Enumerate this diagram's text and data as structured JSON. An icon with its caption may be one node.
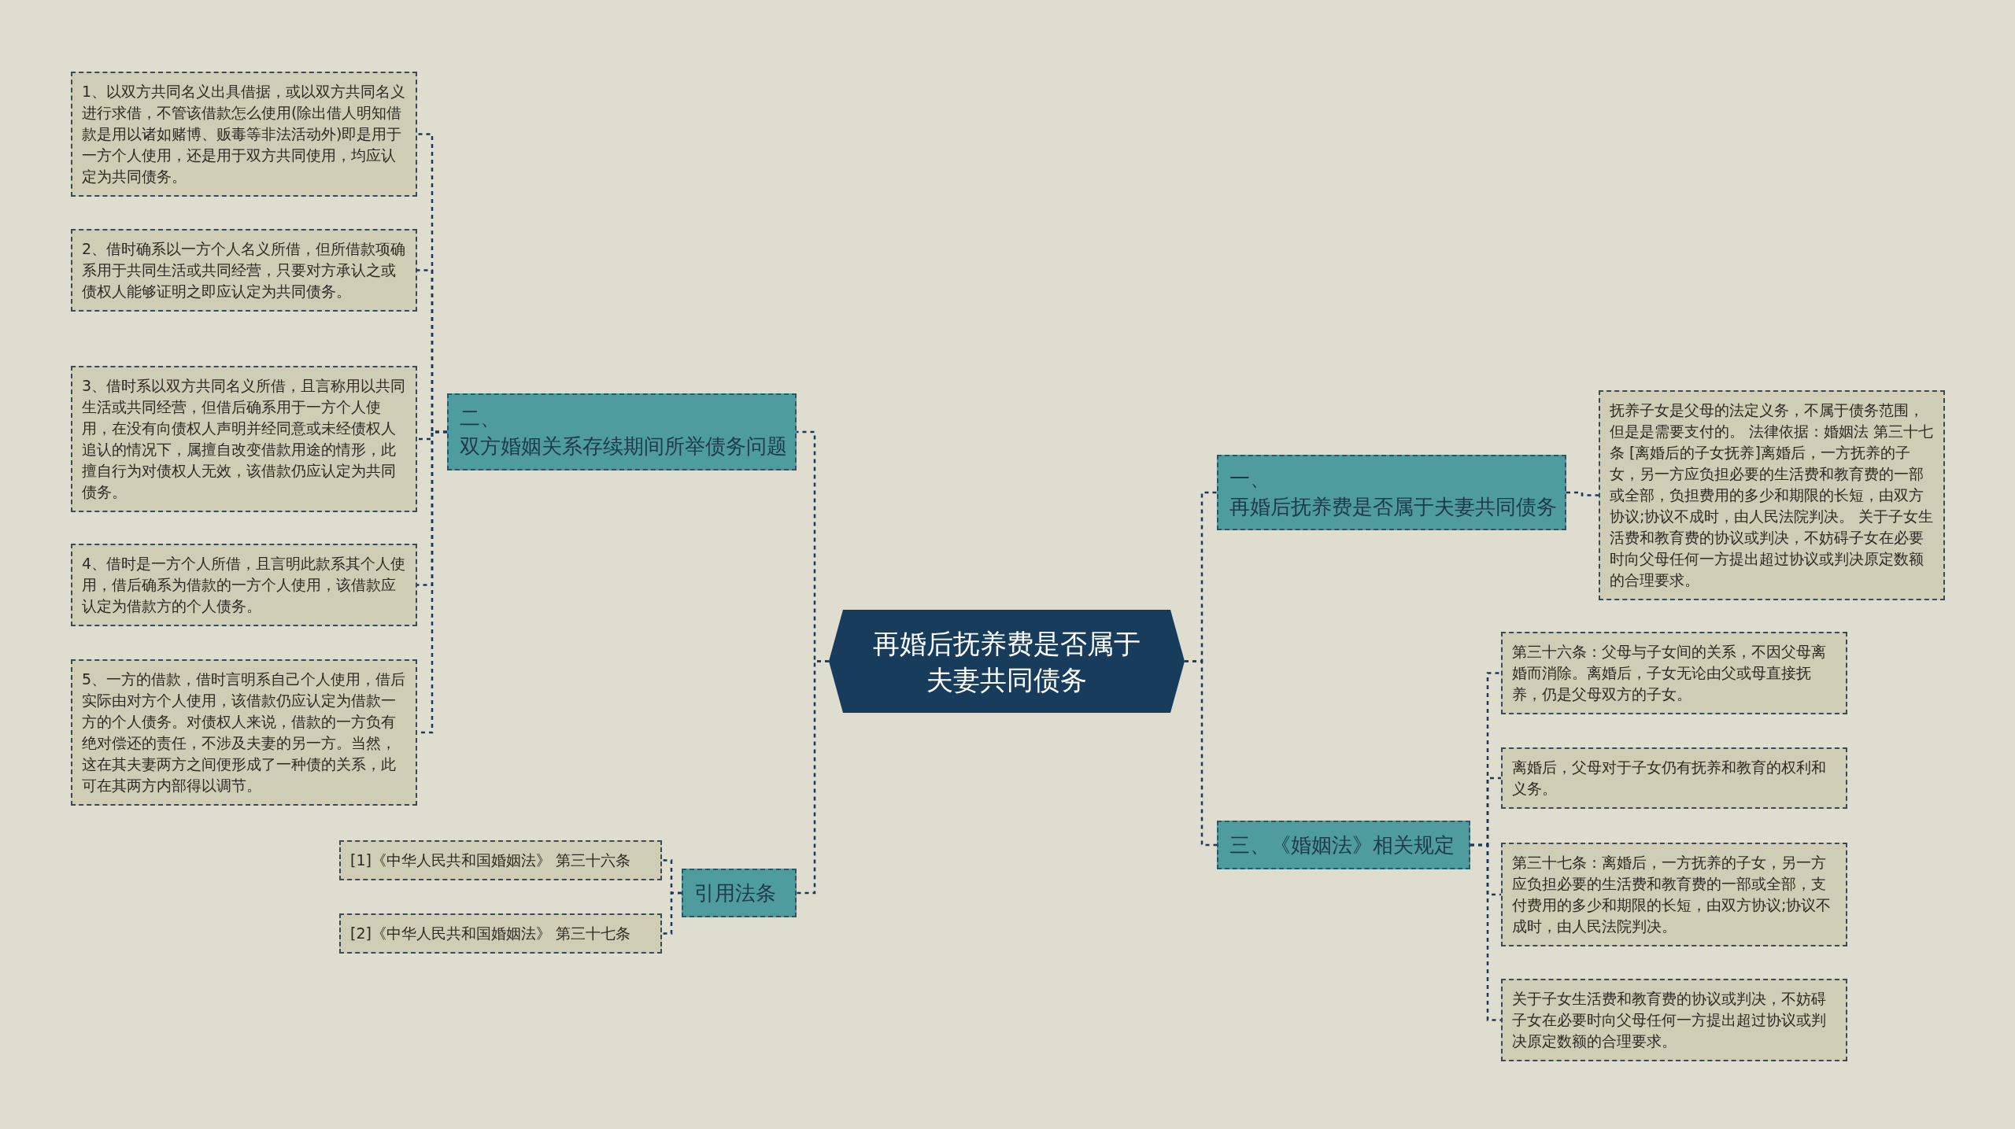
{
  "diagram": {
    "nodes": [
      {
        "text": [
          "再婚后抚养费是否属于夫妻共同债务"
        ]
      },
      {
        "text": [
          "二、双方婚姻关系存续期间所举债务问题"
        ]
      },
      {
        "text": [
          "1、以双方共同名义出具借据，或以双方共同名义进行求借，不管该借款怎么使用(除出借人明知借款是用以诸如赌博、贩毒等非法活动外)即是用于一方个人使用，还是用于双方共同使用，均应认定为共同债务。"
        ]
      },
      {
        "text": [
          "2、借时确系以一方个人名义所借，但所借款项确系用于共同生活或共同经营，只要对方承认之或债权人能够证明之即应认定为共同债务。"
        ]
      },
      {
        "text": [
          "3、借时系以双方共同名义所借，且言称用以共同生活或共同经营，但借后确系用于一方个人使用，在没有向债权人声明并经同意或未经债权人追认的情况下，属擅自改变借款用途的情形，此擅自行为对债权人无效，该借款仍应认定为共同债务。"
        ]
      },
      {
        "text": [
          "4、借时是一方个人所借，且言明此款系其个人使用，借后确系为借款的一方个人使用，该借款应认定为借款方的个人债务。"
        ]
      },
      {
        "text": [
          "5、一方的借款，借时言明系自己个人使用，借后实际由对方个人使用，该借款仍应认定为借款一方的个人债务。对债权人来说，借款的一方负有绝对偿还的责任，不涉及夫妻的另一方。当然，这在其夫妻两方之间便形成了一种债的关系，此可在其两方内部得以调节。"
        ]
      },
      {
        "text": [
          "引用法条"
        ]
      },
      {
        "text": [
          "[1]《中华人民共和国婚姻法》 第三十六条"
        ]
      },
      {
        "text": [
          "[2]《中华人民共和国婚姻法》 第三十七条"
        ]
      },
      {
        "text": [
          "一、再婚后抚养费是否属于夫妻共同债务"
        ]
      },
      {
        "text": [
          "抚养子女是父母的法定义务，不属于债务范围，但是是需要支付的。 法律依据：婚姻法 第三十七条 [离婚后的子女抚养]离婚后，一方抚养的子女，另一方应负担必要的生活费和教育费的一部或全部，负担费用的多少和期限的长短，由双方协议;协议不成时，由人民法院判决。 关于子女生活费和教育费的协议或判决，不妨碍子女在必要时向父母任何一方提出超过协议或判决原定数额的合理要求。"
        ]
      },
      {
        "text": [
          "三、《婚姻法》相关规定"
        ]
      },
      {
        "text": [
          "第三十六条：父母与子女间的关系，不因父母离婚而消除。离婚后，子女无论由父或母直接抚养，仍是父母双方的子女。"
        ]
      },
      {
        "text": [
          "离婚后，父母对于子女仍有抚养和教育的权利和义务。"
        ]
      },
      {
        "text": [
          "第三十七条：离婚后，一方抚养的子女，另一方应负担必要的生活费和教育费的一部或全部，支付费用的多少和期限的长短，由双方协议;协议不成时，由人民法院判决。"
        ]
      },
      {
        "text": [
          "关于子女生活费和教育费的协议或判决，不妨碍子女在必要时向父母任何一方提出超过协议或判决原定数额的合理要求。"
        ]
      }
    ],
    "edges": [
      {
        "from": 0,
        "to": 1,
        "arrow": "none"
      },
      {
        "from": 1,
        "to": 2,
        "arrow": "none"
      },
      {
        "from": 1,
        "to": 3,
        "arrow": "none"
      },
      {
        "from": 1,
        "to": 4,
        "arrow": "none"
      },
      {
        "from": 1,
        "to": 5,
        "arrow": "none"
      },
      {
        "from": 1,
        "to": 6,
        "arrow": "none"
      },
      {
        "from": 0,
        "to": 7,
        "arrow": "none"
      },
      {
        "from": 7,
        "to": 8,
        "arrow": "none"
      },
      {
        "from": 7,
        "to": 9,
        "arrow": "none"
      },
      {
        "from": 0,
        "to": 10,
        "arrow": "none"
      },
      {
        "from": 10,
        "to": 11,
        "arrow": "none"
      },
      {
        "from": 0,
        "to": 12,
        "arrow": "none"
      },
      {
        "from": 12,
        "to": 13,
        "arrow": "none"
      },
      {
        "from": 12,
        "to": 14,
        "arrow": "none"
      },
      {
        "from": 12,
        "to": 15,
        "arrow": "none"
      },
      {
        "from": 12,
        "to": 16,
        "arrow": "none"
      }
    ]
  }
}
